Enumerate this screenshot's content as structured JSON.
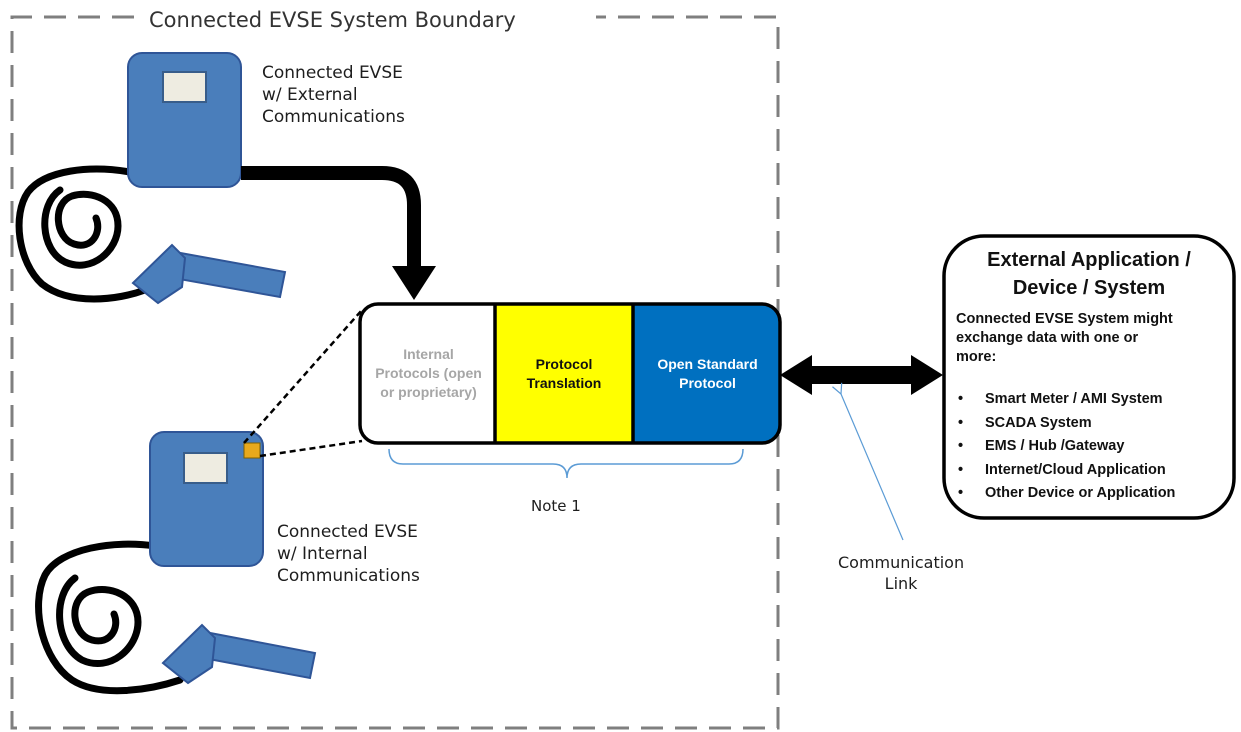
{
  "boundary": {
    "title": "Connected EVSE System Boundary"
  },
  "evse_external": {
    "label_lines": [
      "Connected EVSE",
      "w/ External",
      "Communications"
    ]
  },
  "evse_internal": {
    "label_lines": [
      "Connected EVSE",
      "w/ Internal",
      "Communications"
    ]
  },
  "protocol_box": {
    "segments": [
      {
        "lines": [
          "Internal",
          "Protocols (open",
          "or proprietary)"
        ],
        "color": "#ffffff"
      },
      {
        "lines": [
          "Protocol",
          "Translation"
        ],
        "color": "#ffff00"
      },
      {
        "lines": [
          "Open Standard",
          "Protocol"
        ],
        "color": "#0070c0"
      }
    ],
    "note": "Note 1"
  },
  "external_app": {
    "title_lines": [
      "External Application /",
      "Device / System"
    ],
    "description_lines": [
      "Connected EVSE System might",
      "exchange data with one or",
      "more:"
    ],
    "items": [
      "Smart Meter / AMI System",
      "SCADA System",
      "EMS / Hub /Gateway",
      "Internet/Cloud Application",
      "Other Device or Application"
    ]
  },
  "communication_link": {
    "label_lines": [
      "Communication",
      "Link"
    ]
  },
  "colors": {
    "evse_body": "#4a7ebb",
    "evse_outline": "#2f5597",
    "indicator": "#e8a91c",
    "screen": "#eeece1",
    "boundary_dash": "#7f7f7f",
    "callout_line": "#5b9bd5"
  }
}
